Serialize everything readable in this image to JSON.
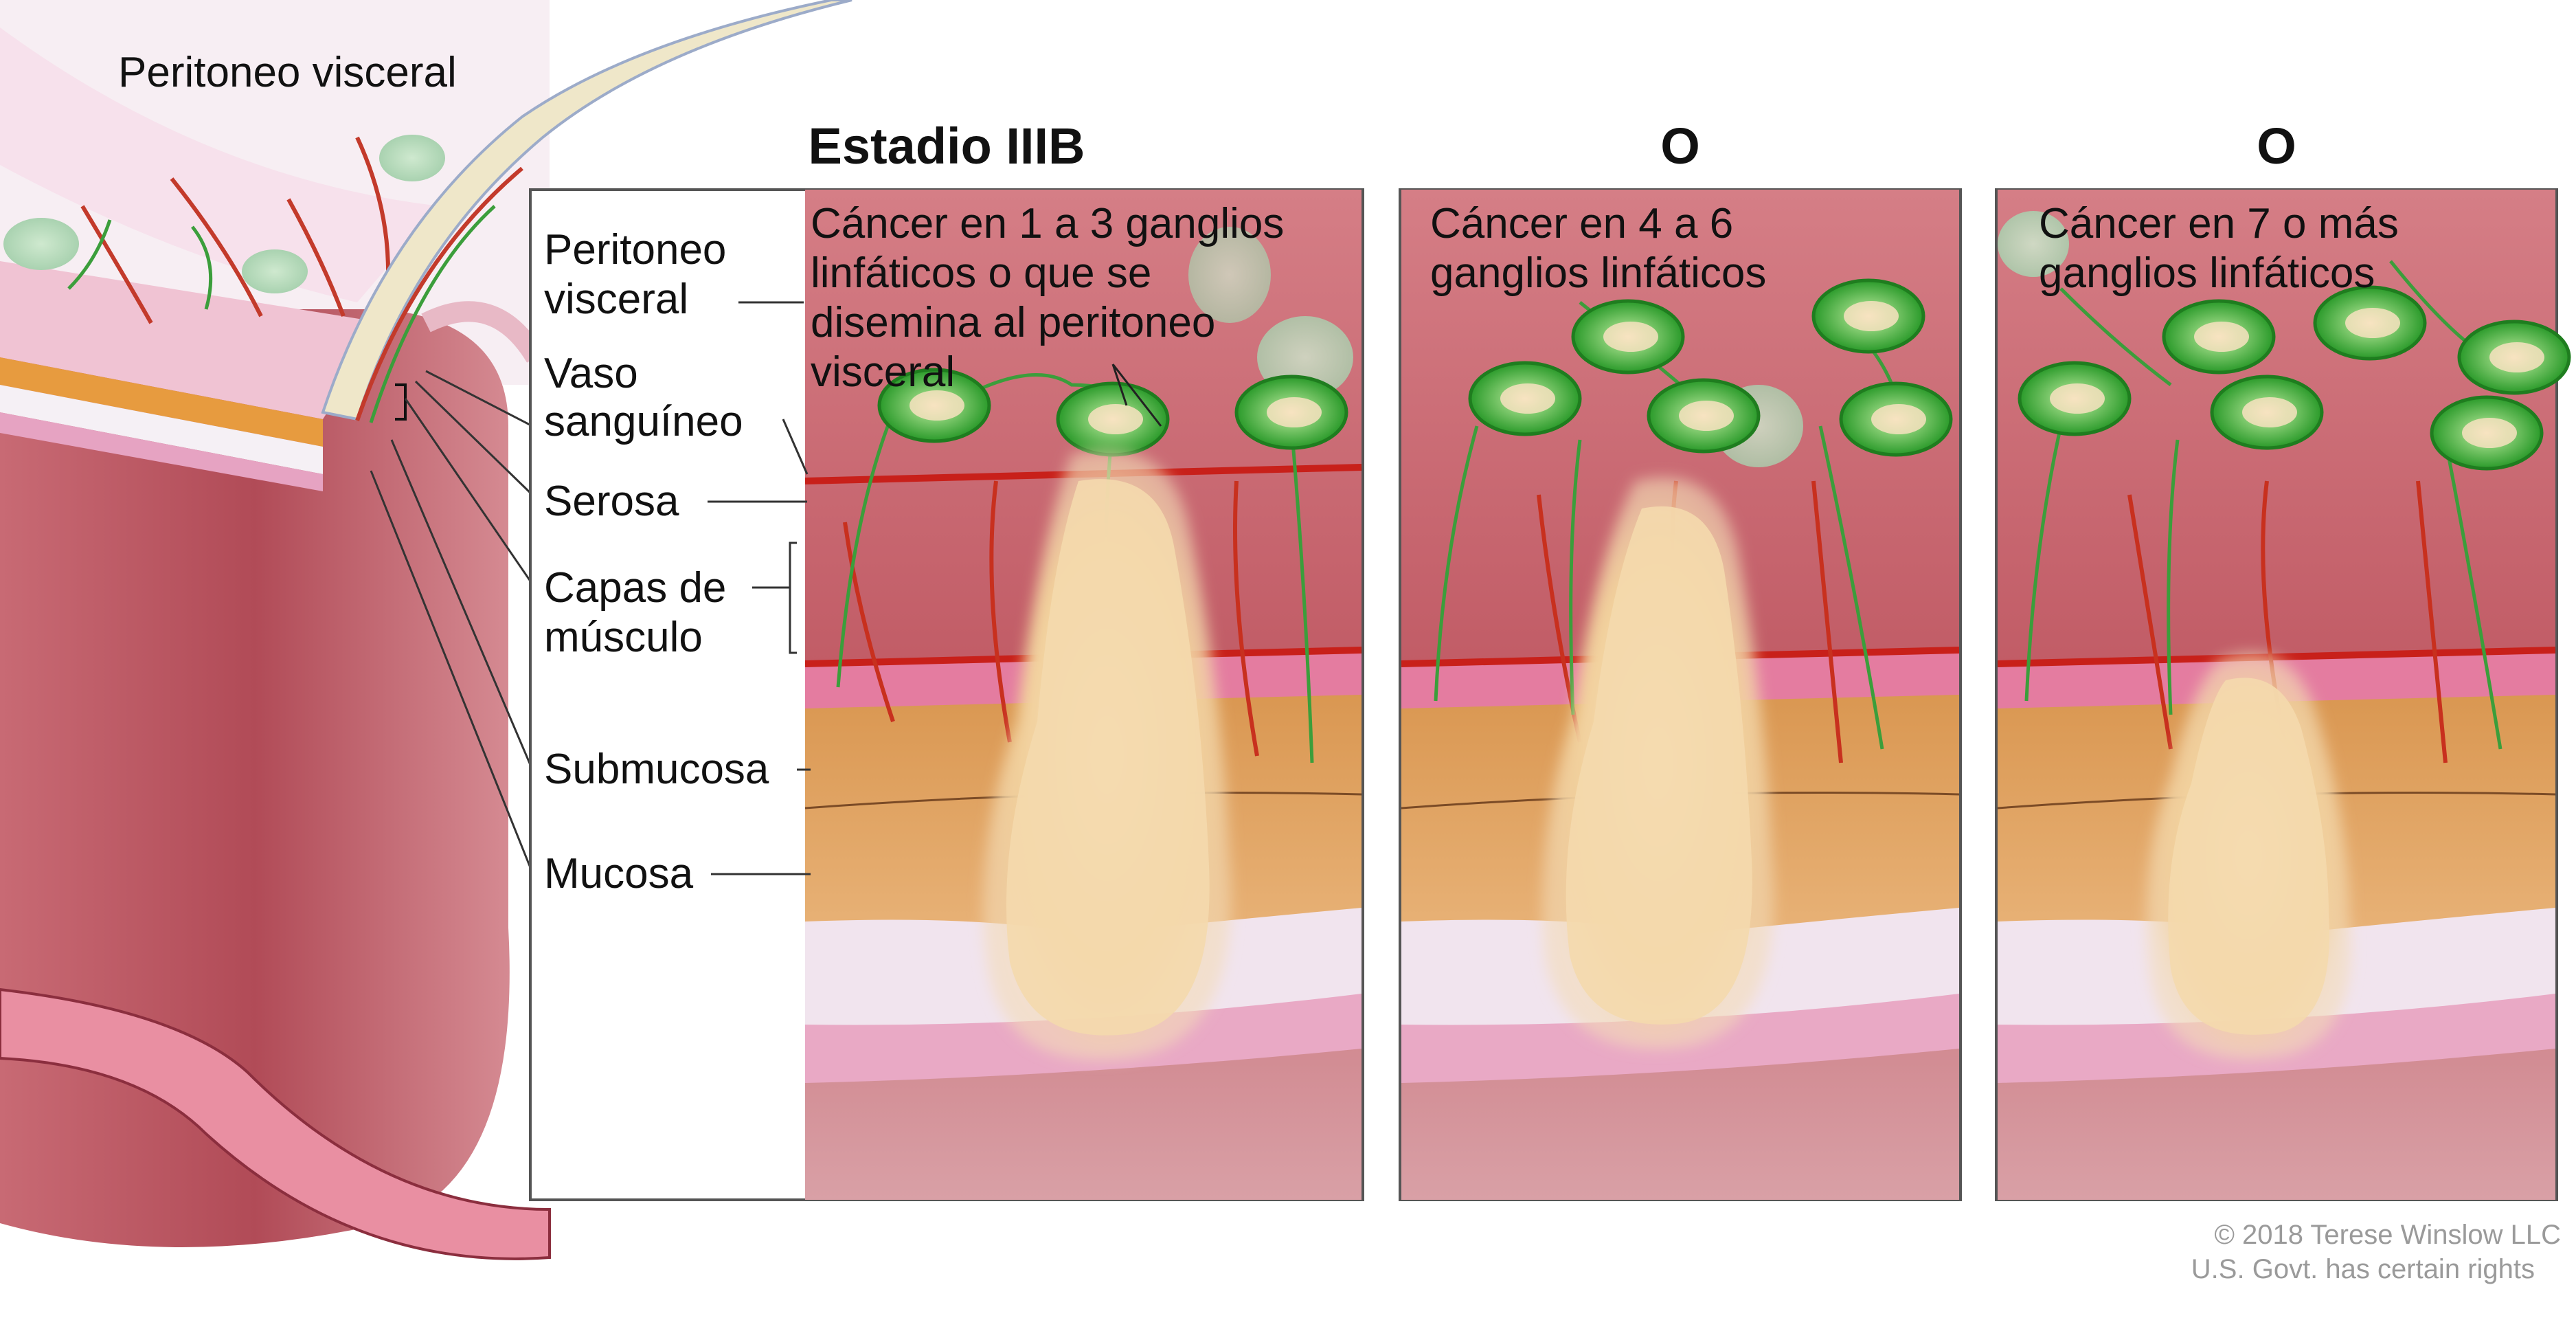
{
  "overview_label": "Peritoneo visceral",
  "panels": [
    {
      "header": "Estadio IIIB",
      "caption_lines": [
        "Cáncer en 1 a 3 ganglios",
        "linfáticos o que se",
        "disemina al peritoneo",
        "visceral"
      ]
    },
    {
      "header": "O",
      "caption_lines": [
        "Cáncer en 4 a 6",
        "ganglios linfáticos"
      ]
    },
    {
      "header": "O",
      "caption_lines": [
        "Cáncer en 7 o más",
        "ganglios linfáticos"
      ]
    }
  ],
  "layer_labels": {
    "peritoneo_1": "Peritoneo",
    "peritoneo_2": "visceral",
    "vaso_1": "Vaso",
    "vaso_2": "sanguíneo",
    "serosa": "Serosa",
    "capas_1": "Capas de",
    "capas_2": "músculo",
    "submucosa": "Submucosa",
    "mucosa": "Mucosa"
  },
  "copyright_lines": [
    "© 2018 Terese Winslow LLC",
    "U.S. Govt. has certain rights"
  ],
  "colors": {
    "lymph_node": "#3fb93b",
    "tumor": "#f3d6a6",
    "serosa": "#e87fa0",
    "muscle": "#d59a58",
    "submucosa": "#eee2ec",
    "mucosa": "#e8a9c4",
    "lumen": "#c7606a",
    "vessel": "#cc2a1a"
  }
}
